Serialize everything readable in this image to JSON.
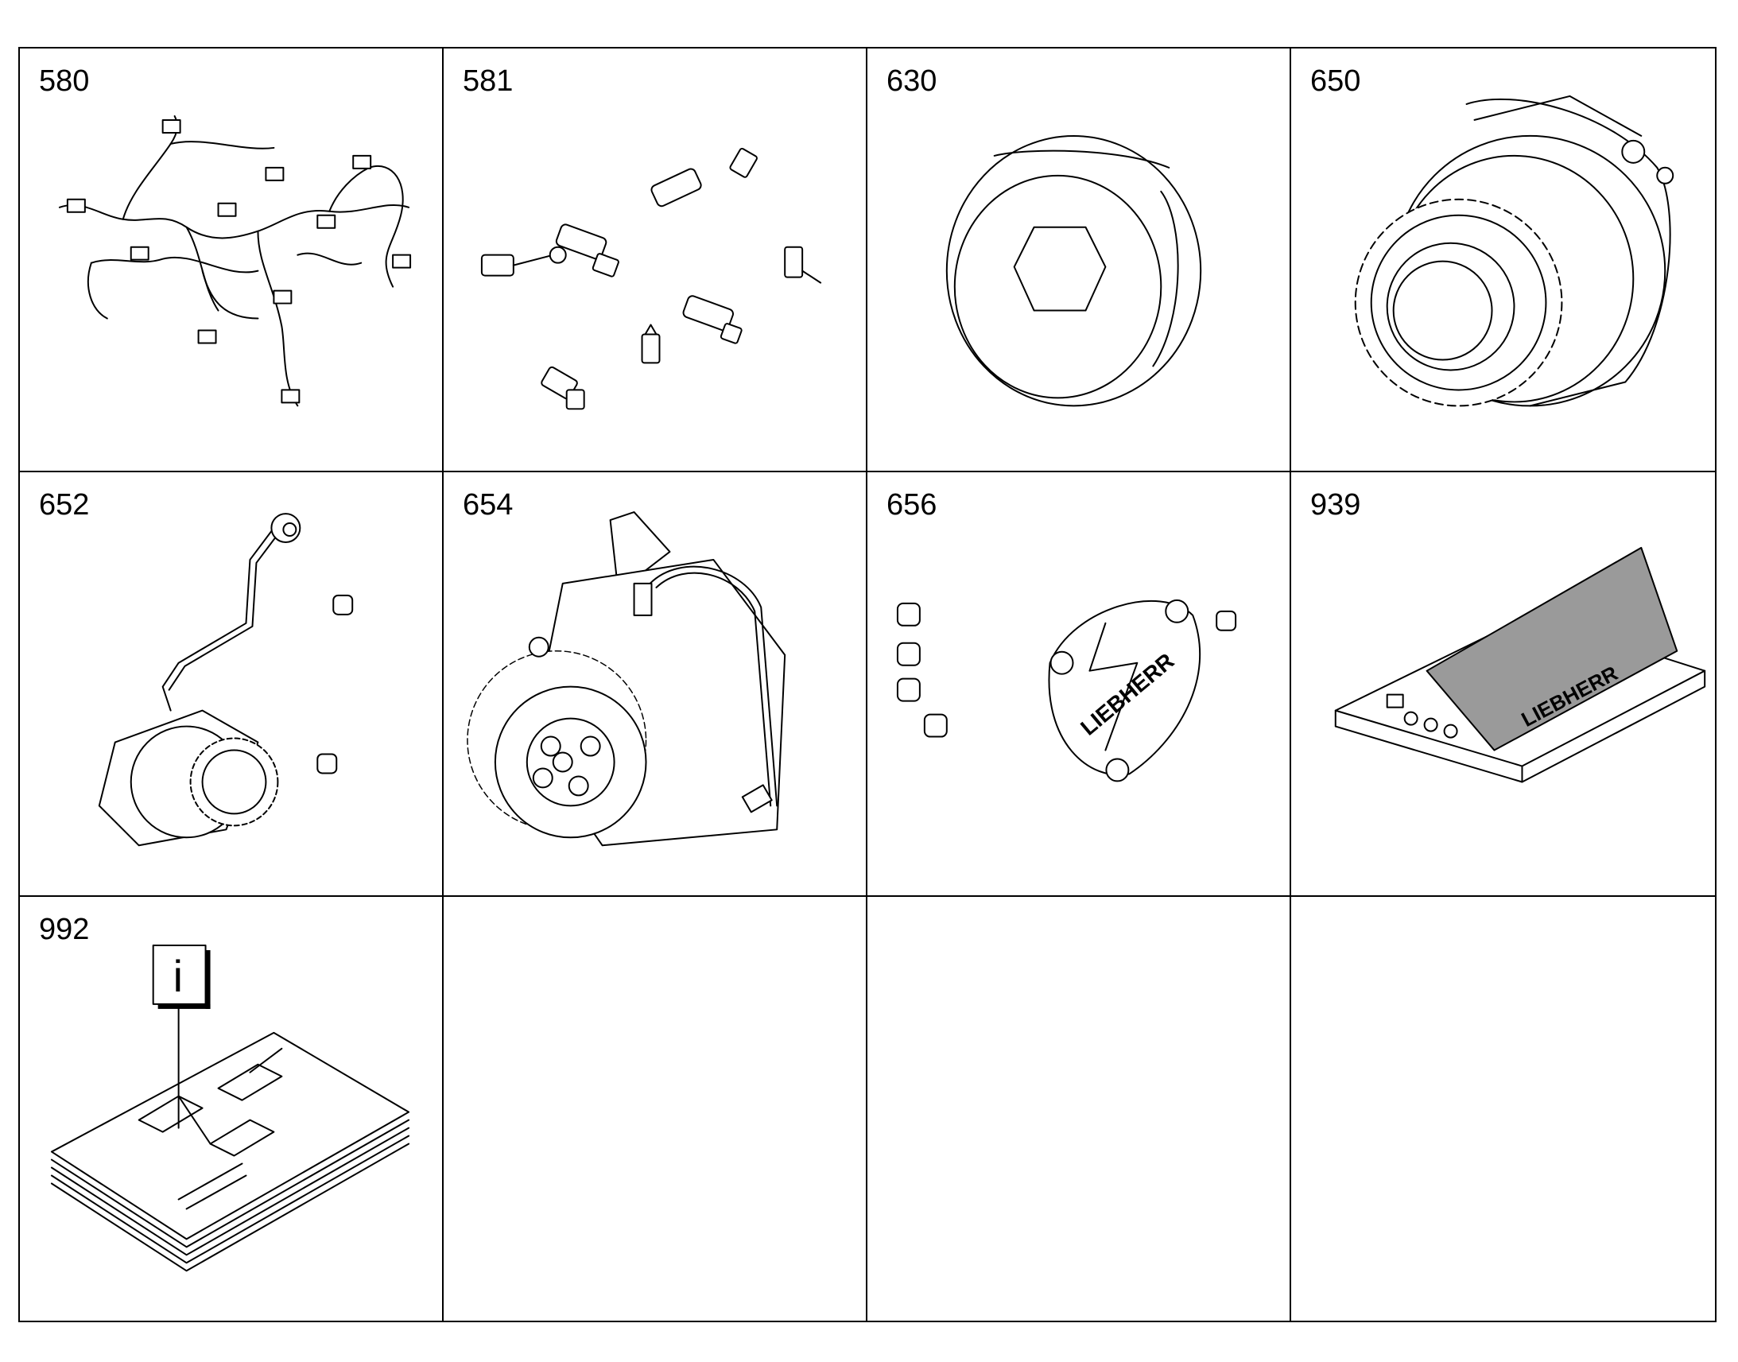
{
  "cells": [
    {
      "id": "580",
      "icon": "wiring-harness-icon"
    },
    {
      "id": "581",
      "icon": "sensors-kit-icon"
    },
    {
      "id": "630",
      "icon": "screw-plug-icon"
    },
    {
      "id": "650",
      "icon": "gear-drive-assembly-icon"
    },
    {
      "id": "652",
      "icon": "pump-with-pipe-icon"
    },
    {
      "id": "654",
      "icon": "gear-pump-assembly-icon"
    },
    {
      "id": "656",
      "icon": "cover-plate-kit-icon"
    },
    {
      "id": "939",
      "icon": "liebherr-gift-box-icon"
    },
    {
      "id": "992",
      "icon": "documentation-icon"
    },
    {
      "id": "",
      "icon": ""
    },
    {
      "id": "",
      "icon": ""
    },
    {
      "id": "",
      "icon": ""
    }
  ],
  "logos": {
    "liebherr": "LIEBHERR",
    "info": "i"
  }
}
